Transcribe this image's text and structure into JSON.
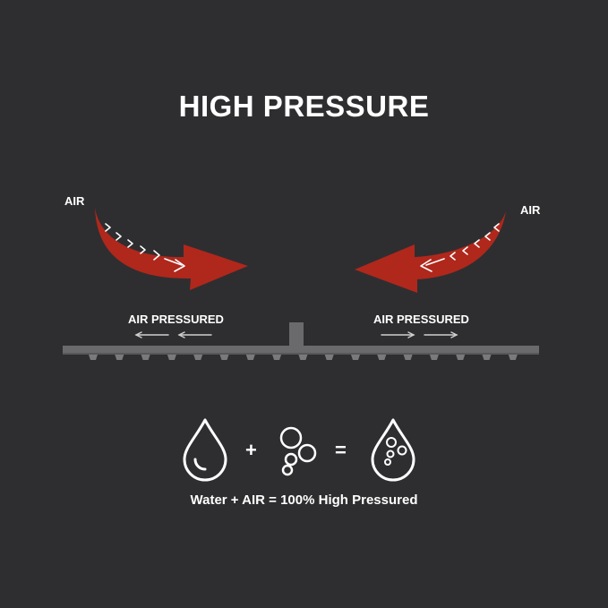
{
  "title": "HIGH PRESSURE",
  "labels": {
    "air_left": "AIR",
    "air_right": "AIR",
    "pressured_left": "AIR PRESSURED",
    "pressured_right": "AIR PRESSURED"
  },
  "equation": {
    "plus": "+",
    "equals": "=",
    "caption": "Water + AIR = 100% High Pressured"
  },
  "icons": {
    "water": "water-drop-icon",
    "air": "air-bubbles-icon",
    "result": "drop-with-bubbles-icon"
  },
  "colors": {
    "background": "#2e2e30",
    "arrow": "#b0271c",
    "text": "#ffffff",
    "showerhead": "#6a6a6c"
  }
}
